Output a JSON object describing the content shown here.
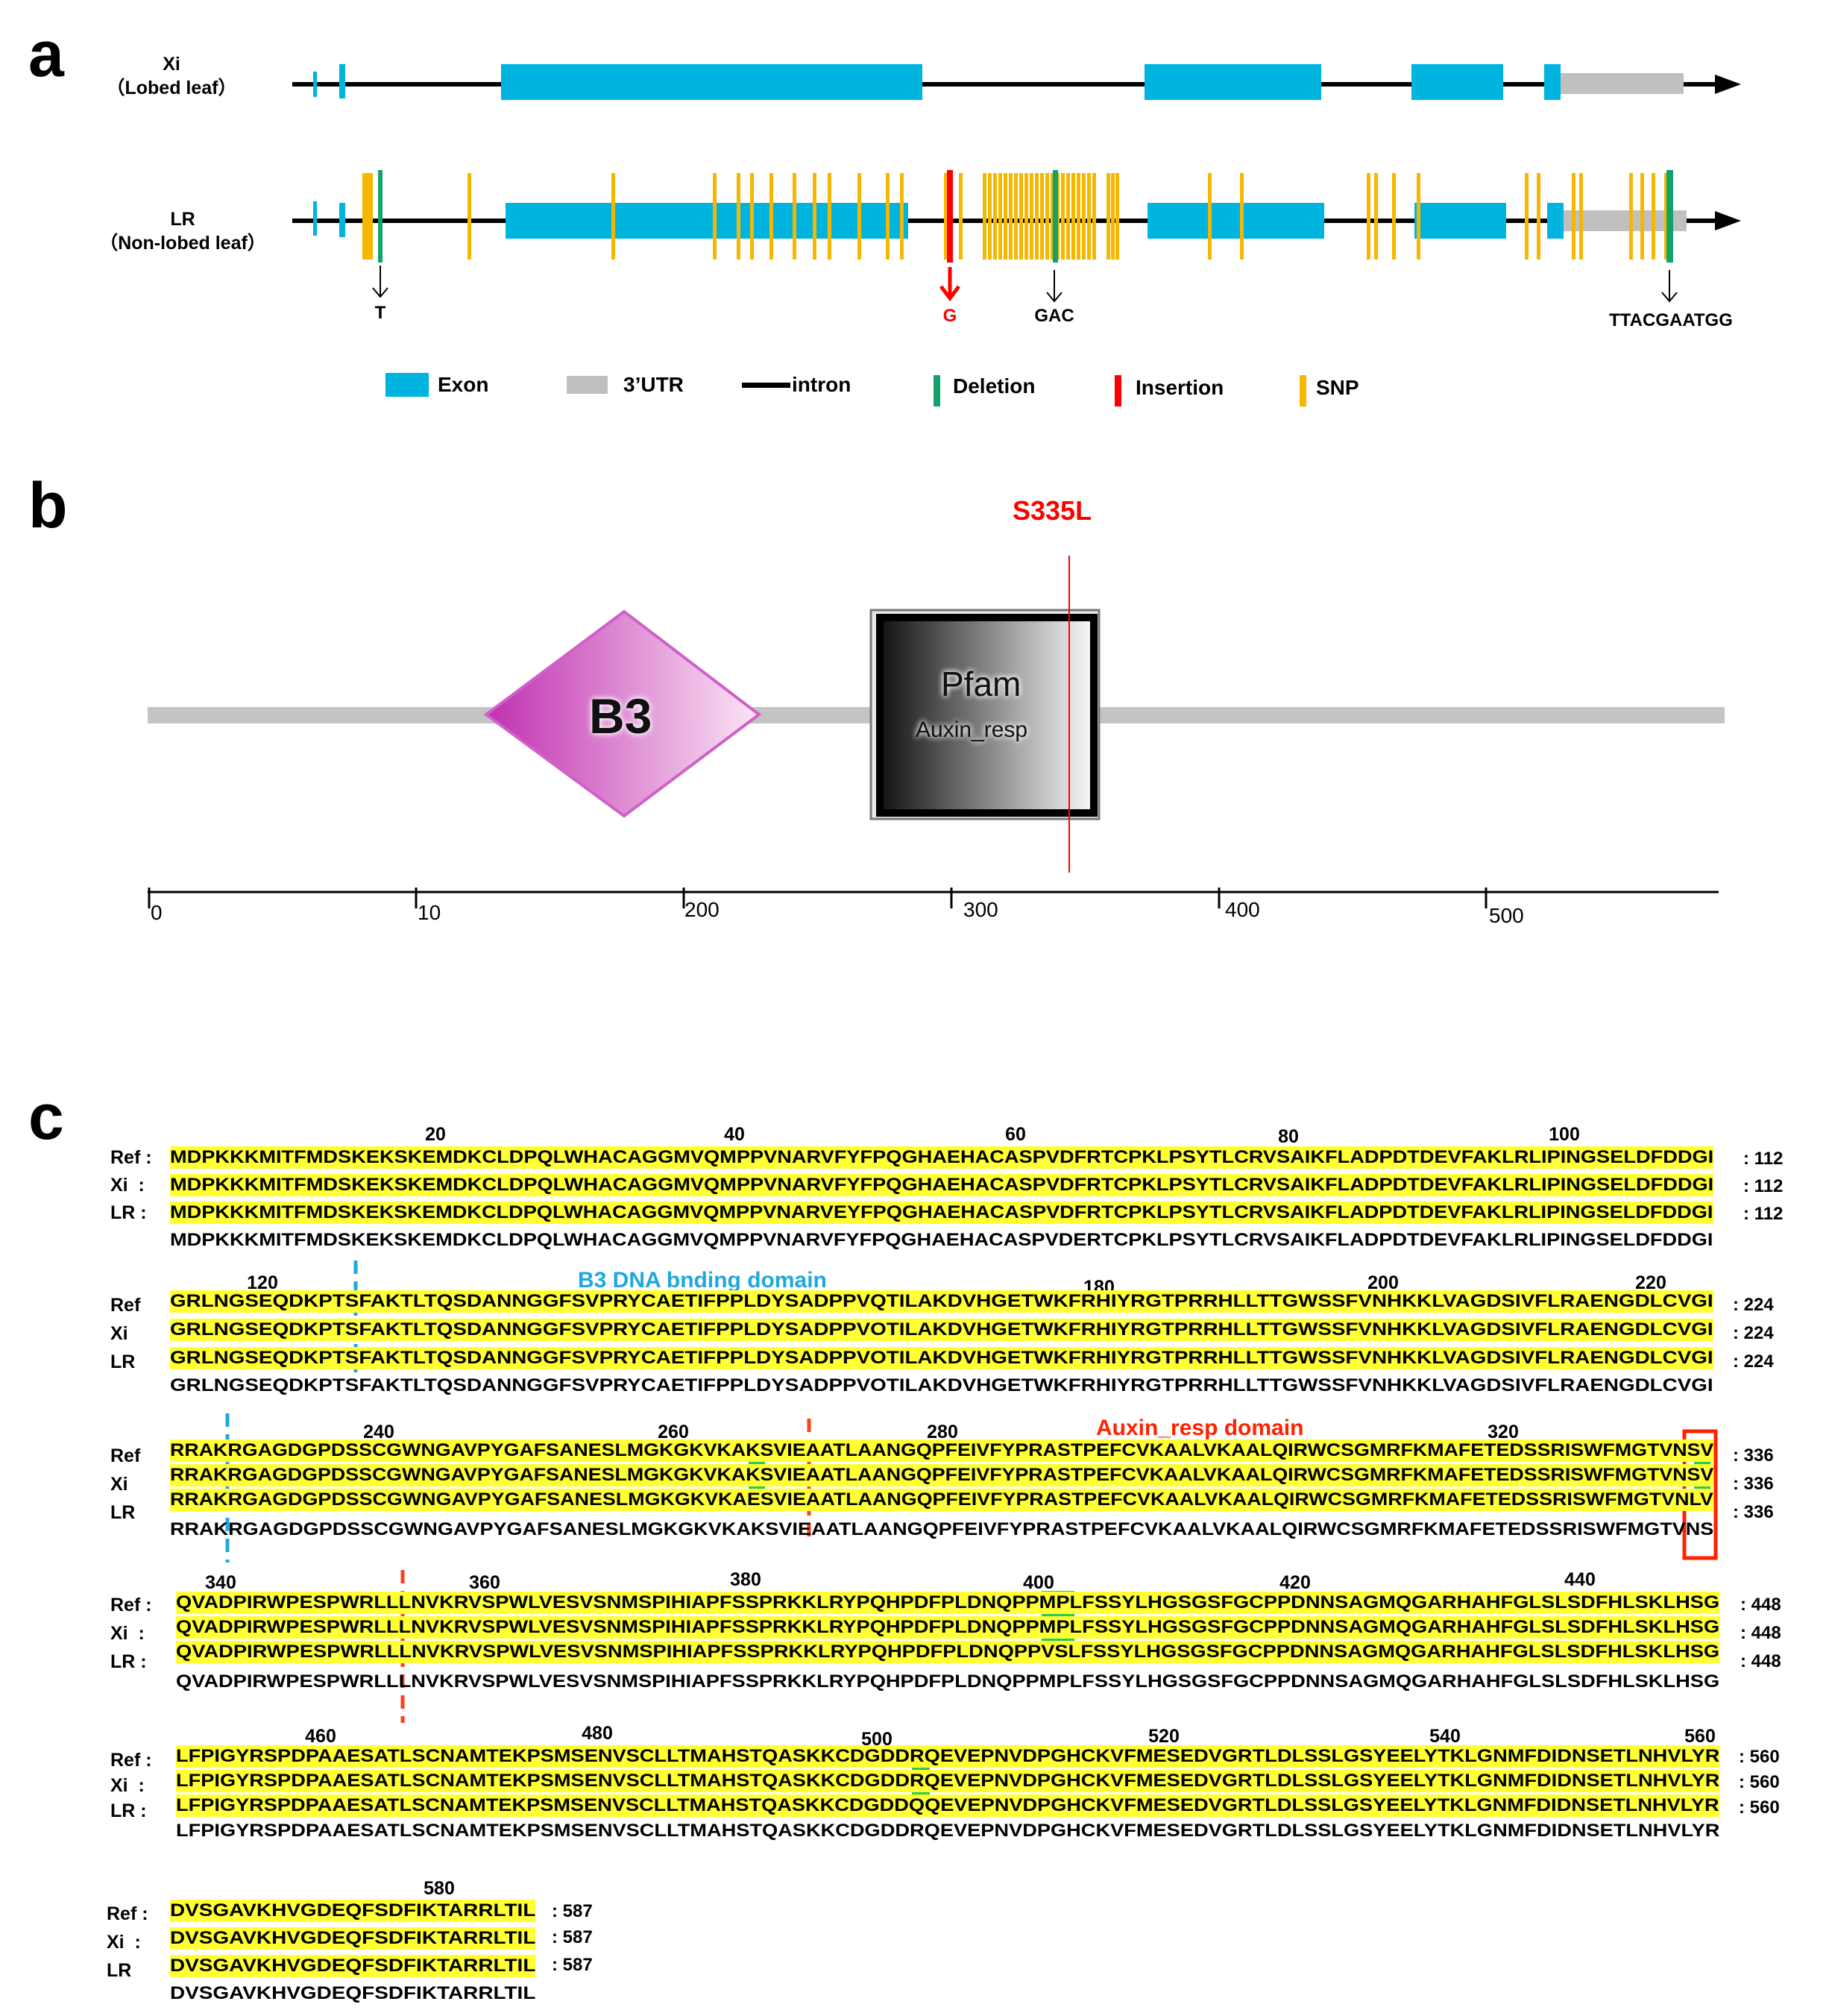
{
  "panels": {
    "a": "a",
    "b": "b",
    "c": "c"
  },
  "gene_structure": {
    "tracks": [
      {
        "label_line1": "Xi",
        "label_line2": "（Lobed leaf）"
      },
      {
        "label_line1": "LR",
        "label_line2": "（Non-lobed leaf）"
      }
    ],
    "mutation_labels": [
      {
        "text": "T",
        "color": "#000000"
      },
      {
        "text": "G",
        "color": "#ff0000"
      },
      {
        "text": "GAC",
        "color": "#000000"
      },
      {
        "text": "TTACGAATGG",
        "color": "#000000"
      }
    ],
    "legend": [
      {
        "label": "Exon",
        "color": "#00b4e0"
      },
      {
        "label": "3’UTR",
        "color": "#c0c0c0"
      },
      {
        "label": "intron",
        "color": "#000000"
      },
      {
        "label": "Deletion",
        "color": "#13a36a"
      },
      {
        "label": "Insertion",
        "color": "#ff0000"
      },
      {
        "label": "SNP",
        "color": "#f5b700"
      }
    ]
  },
  "protein": {
    "mutation_label": "S335L",
    "domain1": "B3",
    "domain2_title": "Pfam",
    "domain2_sub": "Auxin_resp",
    "axis_ticks": [
      "0",
      "10",
      "200",
      "300",
      "400",
      "500"
    ]
  },
  "alignment": {
    "row_labels": [
      "Ref",
      "Xi",
      "LR"
    ],
    "blocks": [
      {
        "numbers": [
          "20",
          "40",
          "60",
          "80",
          "100"
        ],
        "ref": "MDPKKKMITFMDSKEKSKEMDKCLDPQLWHACAGGMVQMPPVNARVFYFPQGHAEHACASPVDFRTCPKLPSYTLCRVSAIKFLADPDTDEVFAKLRLIPINGSELDFDDGI",
        "xi": "MDPKKKMITFMDSKEKSKEMDKCLDPQLWHACAGGMVQMPPVNARVFYFPQGHAEHACASPVDFRTCPKLPSYTLCRVSAIKFLADPDTDEVFAKLRLIPINGSELDFDDGI",
        "lr": "MDPKKKMITFMDSKEKSKEMDKCLDPQLWHACAGGMVQMPPVNARVEYFPQGHAEHACASPVDFRTCPKLPSYTLCRVSAIKFLADPDTDEVFAKLRLIPINGSELDFDDGI",
        "consensus": "MDPKKKMITFMDSKEKSKEMDKCLDPQLWHACAGGMVQMPPVNARVFYFPQGHAEHACASPVDERTCPKLPSYTLCRVSAIKFLADPDTDEVFAKLRLIPINGSELDFDDGI",
        "end": [
          "112",
          "112",
          "112"
        ]
      },
      {
        "numbers": [
          "120",
          "180",
          "200",
          "220"
        ],
        "ref": "GRLNGSEQDKPTSFAKTLTQSDANNGGFSVPRYCAETIFPPLDYSADPPVQTILAKDVHGETWKFRHIYRGTPRRHLLTTGWSSFVNHKKLVAGDSIVFLRAENGDLCVGI",
        "xi": "GRLNGSEQDKPTSFAKTLTQSDANNGGFSVPRYCAETIFPPLDYSADPPVOTILAKDVHGETWKFRHIYRGTPRRHLLTTGWSSFVNHKKLVAGDSIVFLRAENGDLCVGI",
        "lr": "GRLNGSEQDKPTSFAKTLTQSDANNGGFSVPRYCAETIFPPLDYSADPPVOTILAKDVHGETWKFRHIYRGTPRRHLLTTGWSSFVNHKKLVAGDSIVFLRAENGDLCVGI",
        "consensus": "GRLNGSEQDKPTSFAKTLTQSDANNGGFSVPRYCAETIFPPLDYSADPPVOTILAKDVHGETWKFRHIYRGTPRRHLLTTGWSSFVNHKKLVAGDSIVFLRAENGDLCVGI",
        "end": [
          "224",
          "224",
          "224"
        ],
        "annotation": "B3 DNA bnding domain"
      },
      {
        "numbers": [
          "240",
          "260",
          "280",
          "320"
        ],
        "ref": "RRAKRGAGDGPDSSCGWNGAVPYGAFSANESLMGKGKVKAKSVIEAATLAANGQPFEIVFYPRASTPEFCVKAALVKAALQIRWCSGMRFKMAFETEDSSRISWFMGTVNSV",
        "xi": "RRAKRGAGDGPDSSCGWNGAVPYGAFSANESLMGKGKVKAKSVIEAATLAANGQPFEIVFYPRASTPEFCVKAALVKAALQIRWCSGMRFKMAFETEDSSRISWFMGTVNSV",
        "lr": "RRAKRGAGDGPDSSCGWNGAVPYGAFSANESLMGKGKVKAESVIEAATLAANGQPFEIVFYPRASTPEFCVKAALVKAALQIRWCSGMRFKMAFETEDSSRISWFMGTVNLV",
        "consensus": "RRAKRGAGDGPDSSCGWNGAVPYGAFSANESLMGKGKVKAKSVIEAATLAANGQPFEIVFYPRASTPEFCVKAALVKAALQIRWCSGMRFKMAFETEDSSRISWFMGTVNS",
        "end": [
          "336",
          "336",
          "336"
        ],
        "annotation": "Auxin_resp domain"
      },
      {
        "numbers": [
          "340",
          "360",
          "380",
          "400",
          "420",
          "440"
        ],
        "ref": "QVADPIRWPESPWRLLLNVKRVSPWLVESVSNMSPIHIAPFSSPRKKLRYPQHPDFPLDNQPPMPLFSSYLHGSGSFGCPPDNNSAGMQGARHAHFGLSLSDFHLSKLHSG",
        "xi": "QVADPIRWPESPWRLLLNVKRVSPWLVESVSNMSPIHIAPFSSPRKKLRYPQHPDFPLDNQPPMPLFSSYLHGSGSFGCPPDNNSAGMQGARHAHFGLSLSDFHLSKLHSG",
        "lr": "QVADPIRWPESPWRLLLNVKRVSPWLVESVSNMSPIHIAPFSSPRKKLRYPQHPDFPLDNQPPVSLFSSYLHGSGSFGCPPDNNSAGMQGARHAHFGLSLSDFHLSKLHSG",
        "consensus": "QVADPIRWPESPWRLLLNVKRVSPWLVESVSNMSPIHIAPFSSPRKKLRYPQHPDFPLDNQPPMPLFSSYLHGSGSFGCPPDNNSAGMQGARHAHFGLSLSDFHLSKLHSG",
        "end": [
          "448",
          "448",
          "448"
        ]
      },
      {
        "numbers": [
          "460",
          "480",
          "500",
          "520",
          "540",
          "560"
        ],
        "ref": "LFPIGYRSPDPAAESATLSCNAMTEKPSMSENVSCLLTMAHSTQASKKCDGDDRQEVEPNVDPGHCKVFMESEDVGRTLDLSSLGSYEELYTKLGNMFDIDNSETLNHVLYR",
        "xi": "LFPIGYRSPDPAAESATLSCNAMTEKPSMSENVSCLLTMAHSTQASKKCDGDDRQEVEPNVDPGHCKVFMESEDVGRTLDLSSLGSYEELYTKLGNMFDIDNSETLNHVLYR",
        "lr": "LFPIGYRSPDPAAESATLSCNAMTEKPSMSENVSCLLTMAHSTQASKKCDGDDQQEVEPNVDPGHCKVFMESEDVGRTLDLSSLGSYEELYTKLGNMFDIDNSETLNHVLYR",
        "consensus": "LFPIGYRSPDPAAESATLSCNAMTEKPSMSENVSCLLTMAHSTQASKKCDGDDRQEVEPNVDPGHCKVFMESEDVGRTLDLSSLGSYEELYTKLGNMFDIDNSETLNHVLYR",
        "end": [
          "560",
          "560",
          "560"
        ]
      },
      {
        "numbers": [
          "580"
        ],
        "ref": "DVSGAVKHVGDEQFSDFIKTARRLTIL",
        "xi": "DVSGAVKHVGDEQFSDFIKTARRLTIL",
        "lr": "DVSGAVKHVGDEQFSDFIKTARRLTIL",
        "consensus": "DVSGAVKHVGDEQFSDFIKTARRLTIL",
        "end": [
          "587",
          "587",
          "587"
        ]
      }
    ]
  }
}
